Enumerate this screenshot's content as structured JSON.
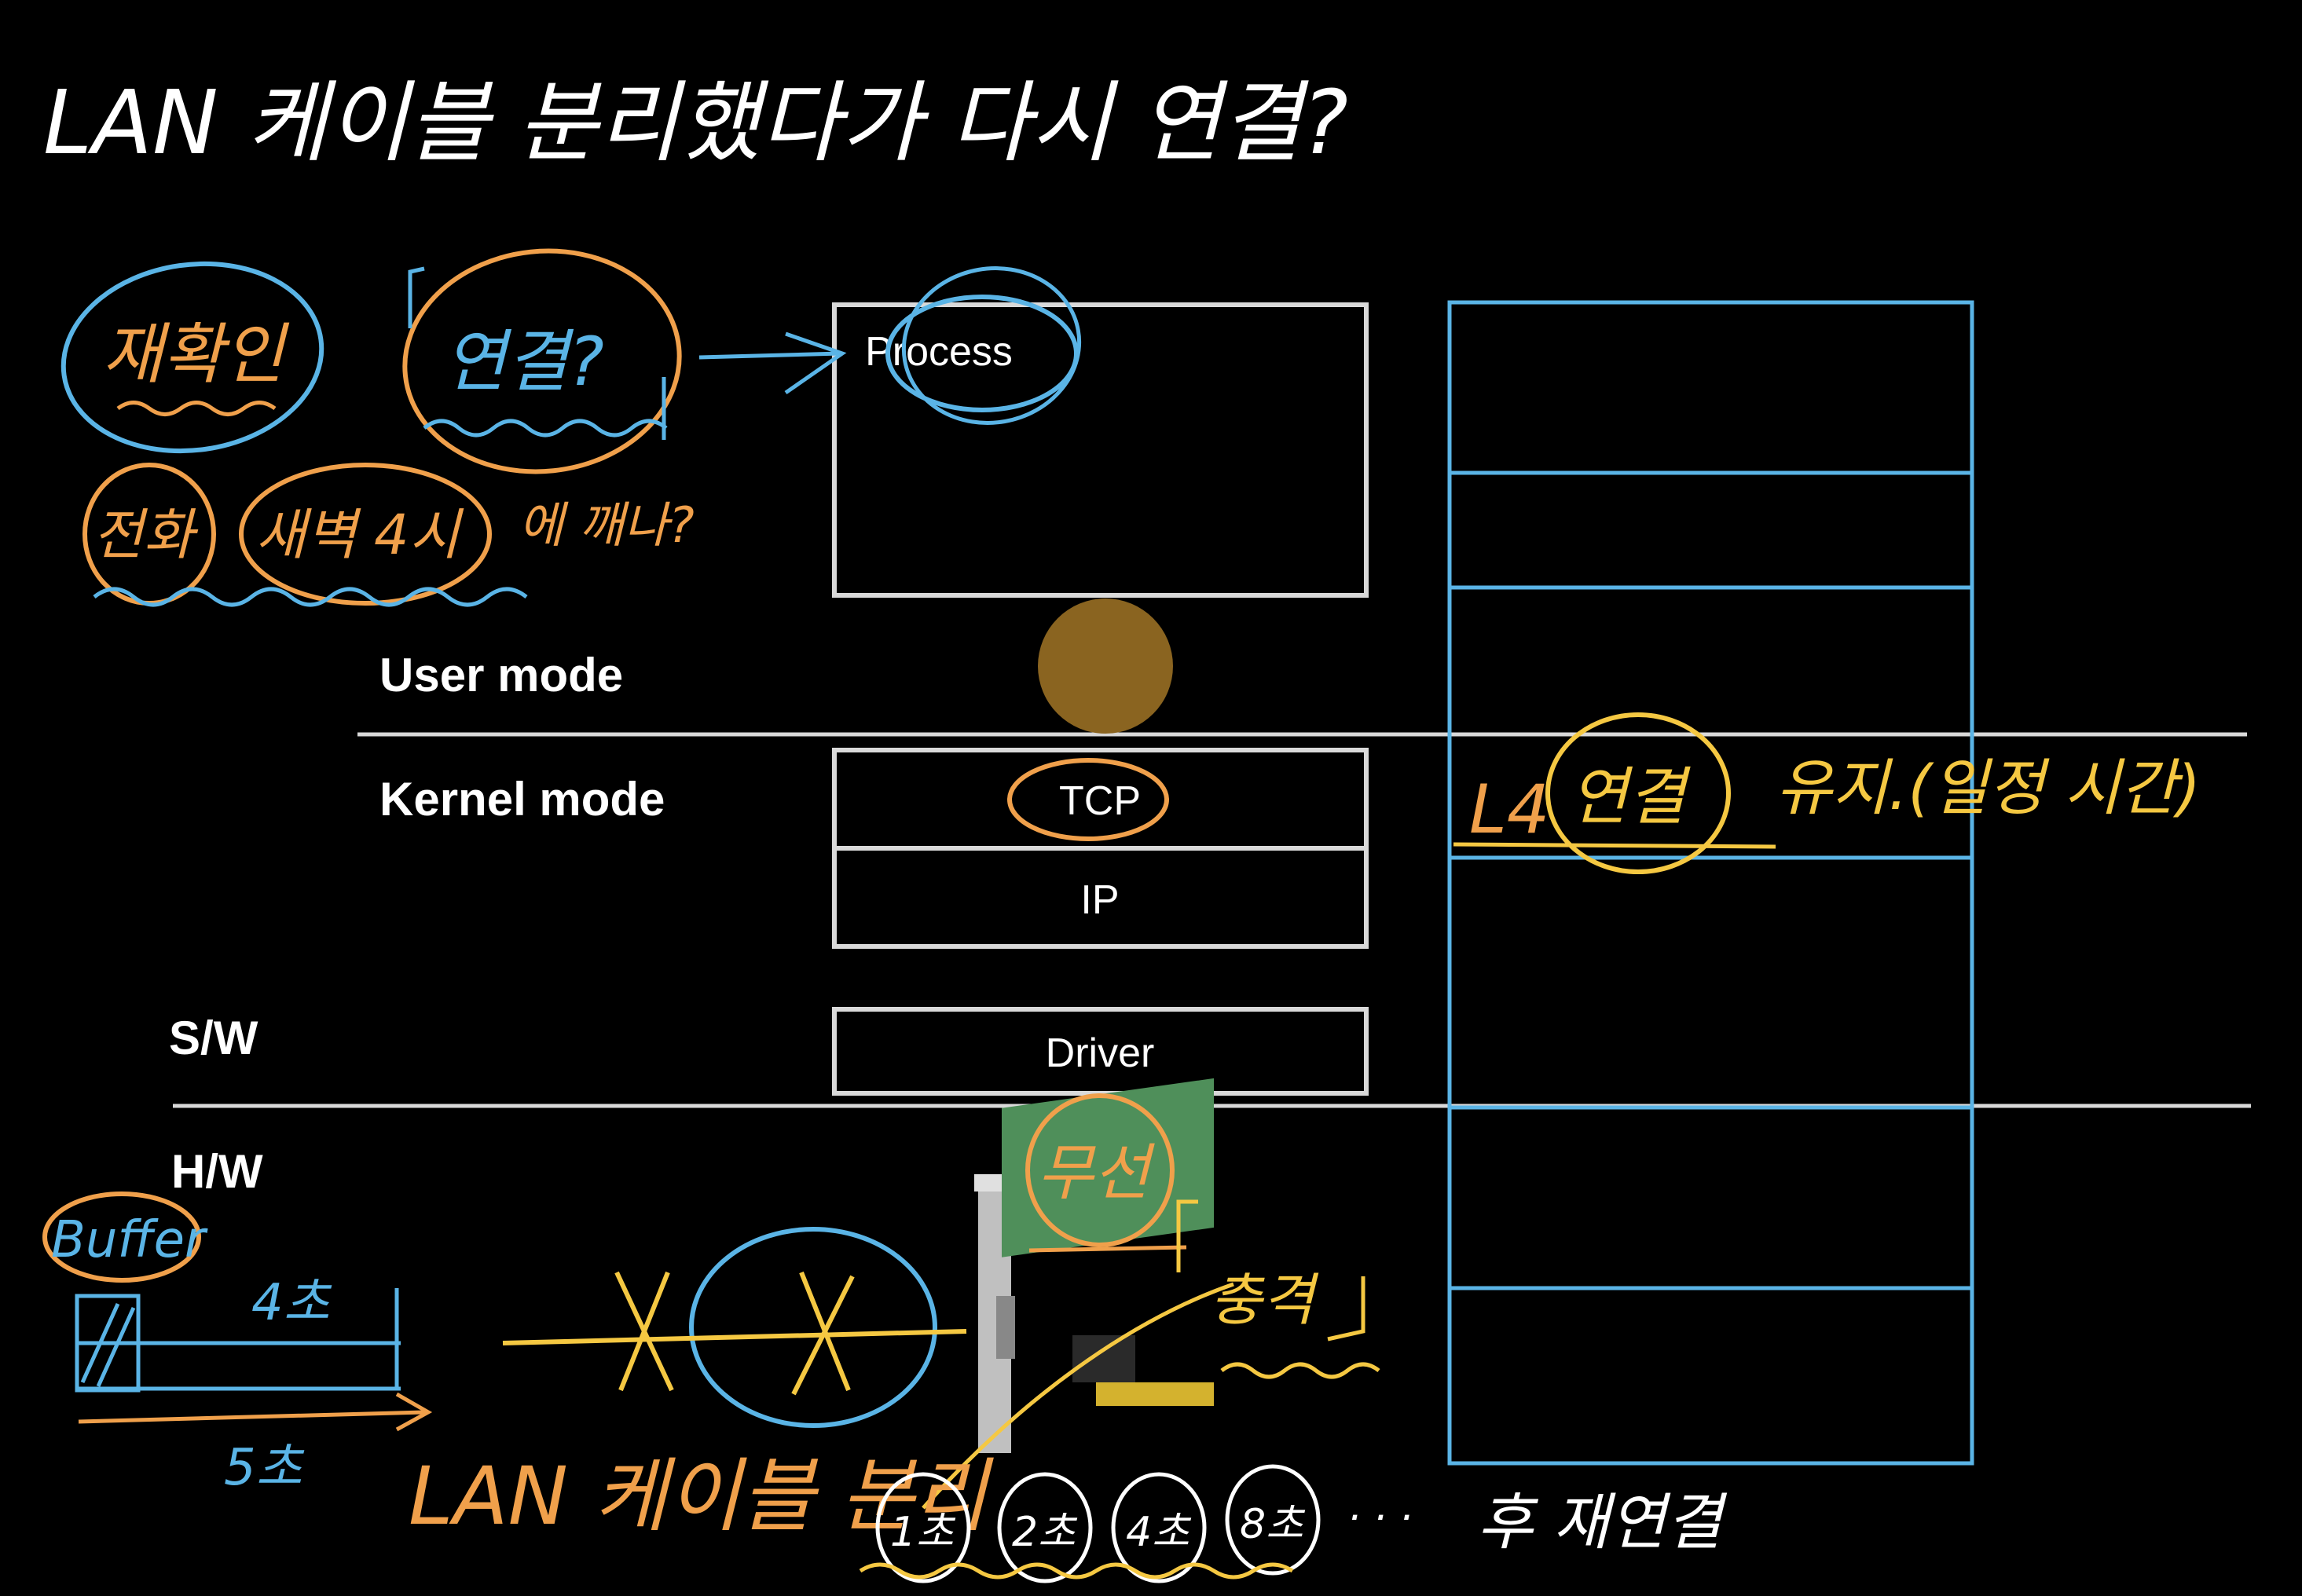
{
  "title": "LAN 케이블 분리했다가 다시 연결?",
  "notes": {
    "recheck": "재확인",
    "connect_q": "연결?",
    "phone": "전화",
    "dawn": "새벽 4시",
    "must_wake": "에 깨나?",
    "l4": "L4",
    "l4_connect": "연결",
    "keep": "유지.(일정 시간)",
    "wireless": "무선",
    "shock": "충격",
    "buffer": "Buffer",
    "four_sec": "4초",
    "five_sec": "5초",
    "lan_unplug": "LAN 케이블 분리",
    "retry_1": "1초",
    "retry_2": "2초",
    "retry_4": "4초",
    "retry_8": "8초",
    "ellipsis": "· · ·",
    "reconnect": "후 재연결"
  },
  "labels": {
    "user_mode": "User mode",
    "kernel_mode": "Kernel mode",
    "sw": "S/W",
    "hw": "H/W"
  },
  "stack": {
    "process": "Process",
    "tcp": "TCP",
    "ip": "IP",
    "driver": "Driver"
  },
  "colors": {
    "background": "#000000",
    "ink_white": "#ffffff",
    "ink_blue": "#5ab4e6",
    "ink_orange": "#f0a04b",
    "ink_yellow": "#f5c842",
    "box_gray": "#d9d9d9",
    "pointer_brown": "#8a6420",
    "card_green": "#4f8f5a"
  }
}
